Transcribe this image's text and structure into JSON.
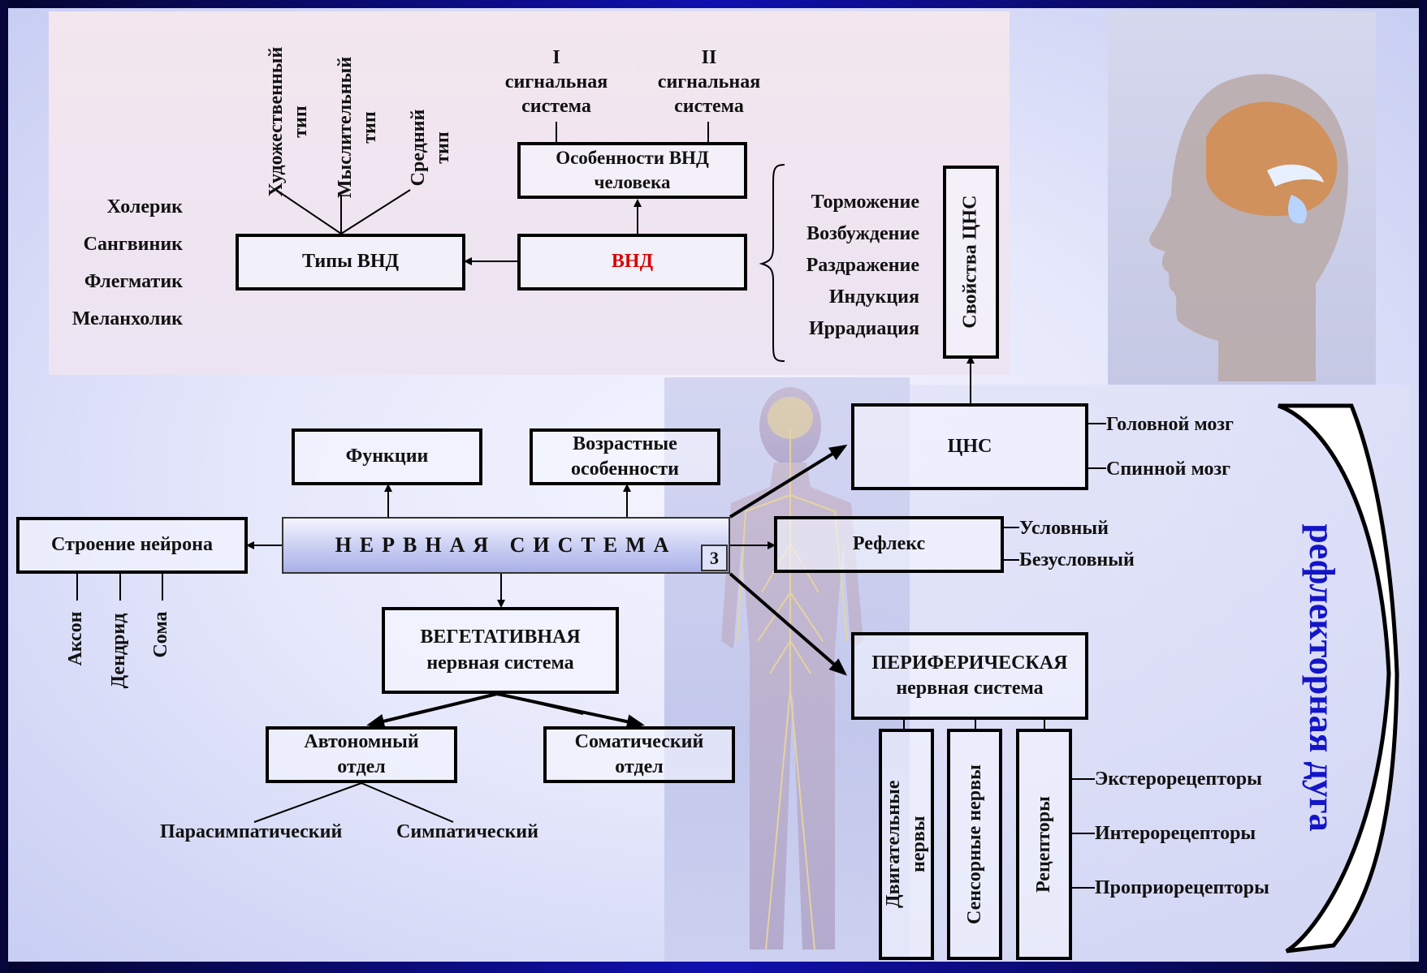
{
  "vnd_types": {
    "title": "Типы ВНД",
    "branches": [
      "Художественный\nтип",
      "Мыслительный\nтип",
      "Средний\nтип"
    ],
    "temperaments": [
      "Холерик",
      "Сангвиник",
      "Флегматик",
      "Меланхолик"
    ]
  },
  "signal_systems": [
    {
      "label": "I\nсигнальная\nсистема"
    },
    {
      "label": "II\nсигнальная\nсистема"
    }
  ],
  "vnd_features": "Особенности ВНД\nчеловека",
  "vnd": {
    "label": "ВНД",
    "color": "#d80000"
  },
  "cns_processes": [
    "Торможение",
    "Возбуждение",
    "Раздражение",
    "Индукция",
    "Иррадиация"
  ],
  "cns_properties": "Свойства ЦНС",
  "functions": "Функции",
  "age_features": "Возрастные\nособенности",
  "neuron_structure": {
    "title": "Строение нейрона",
    "parts": [
      "Аксон",
      "Дендрид",
      "Сома"
    ]
  },
  "nervous_system": "НЕРВНАЯ СИСТЕМА",
  "slide_number": "3",
  "vegetative": {
    "title": "ВЕГЕТАТИВНАЯ\nнервная система",
    "autonomic": "Автономный\nотдел",
    "somatic": "Соматический\nотдел",
    "parasympathetic": "Парасимпатический",
    "sympathetic": "Симпатический"
  },
  "cns": {
    "label": "ЦНС",
    "parts": [
      "Головной мозг",
      "Спинной мозг"
    ]
  },
  "reflex": {
    "label": "Рефлекс",
    "kinds": [
      "Условный",
      "Безусловный"
    ]
  },
  "peripheral": {
    "title": "ПЕРИФЕРИЧЕСКАЯ\nнервная система",
    "columns": [
      "Двигательные\nнервы",
      "Сенсорные нервы",
      "Рецепторы"
    ],
    "receptors": [
      "Экстерорецепторы",
      "Интерорецепторы",
      "Проприорецепторы"
    ]
  },
  "reflex_arc": {
    "label": "рефлекторная дуга",
    "color": "#1414c8"
  }
}
